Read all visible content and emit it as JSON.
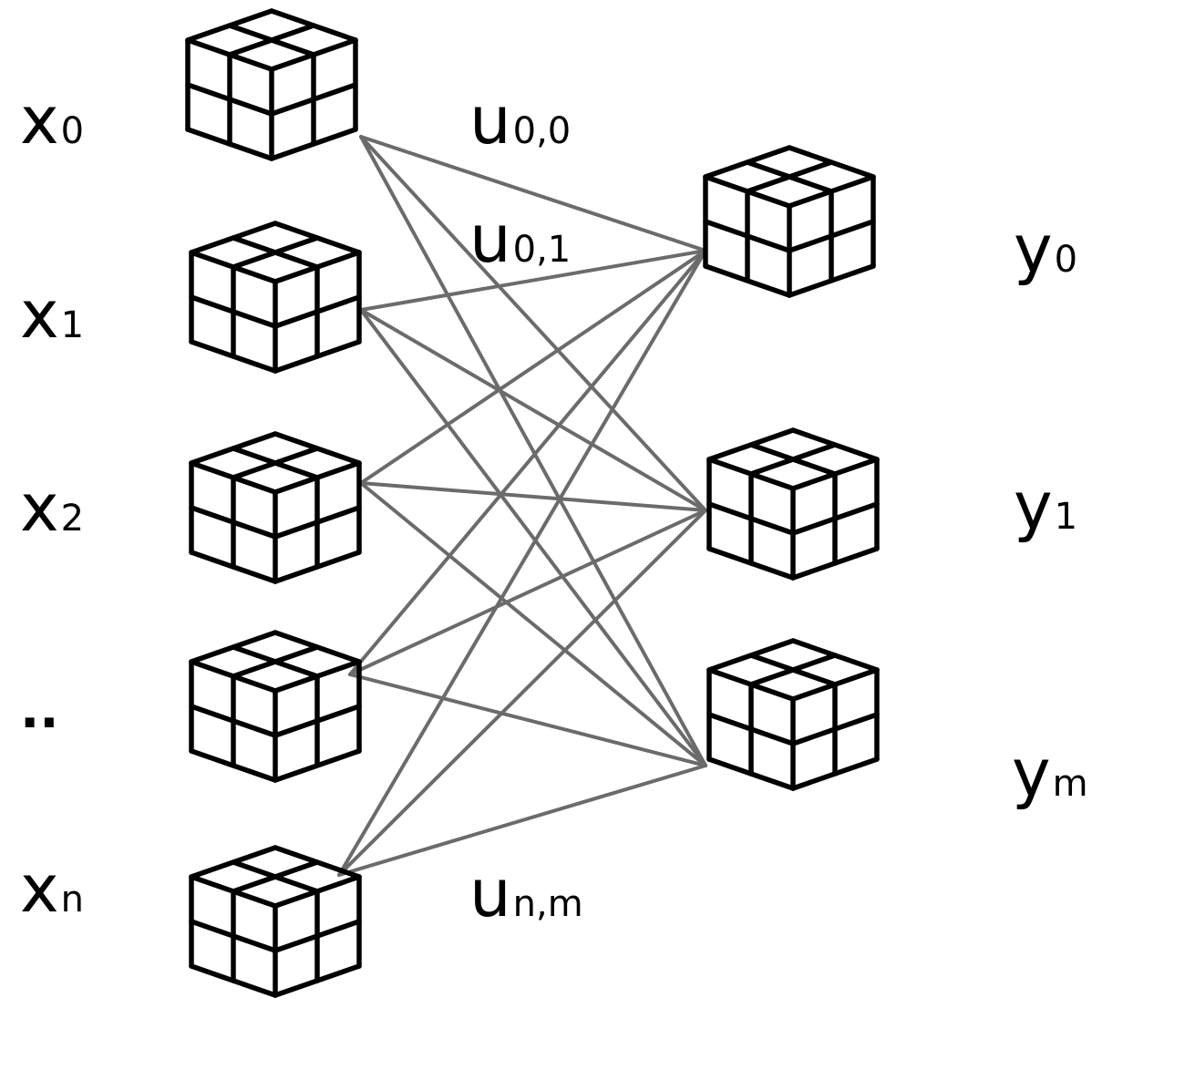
{
  "colors": {
    "edge": "#6b6b6b",
    "cube": "#000000",
    "text": "#000000",
    "background": "#ffffff"
  },
  "inputs": [
    {
      "base": "x",
      "sub": "0"
    },
    {
      "base": "x",
      "sub": "1"
    },
    {
      "base": "x",
      "sub": "2"
    },
    {
      "base": "..",
      "sub": ""
    },
    {
      "base": "x",
      "sub": "n"
    }
  ],
  "outputs": [
    {
      "base": "y",
      "sub": "0"
    },
    {
      "base": "y",
      "sub": "1"
    },
    {
      "base": "y",
      "sub": "m"
    }
  ],
  "weight_labels": [
    {
      "base": "u",
      "sub": "0,0"
    },
    {
      "base": "u",
      "sub": "0,1"
    },
    {
      "base": "u",
      "sub": "n,m"
    }
  ],
  "connectivity": "fully-connected",
  "node_icon": "cube-2x2x2-icon"
}
